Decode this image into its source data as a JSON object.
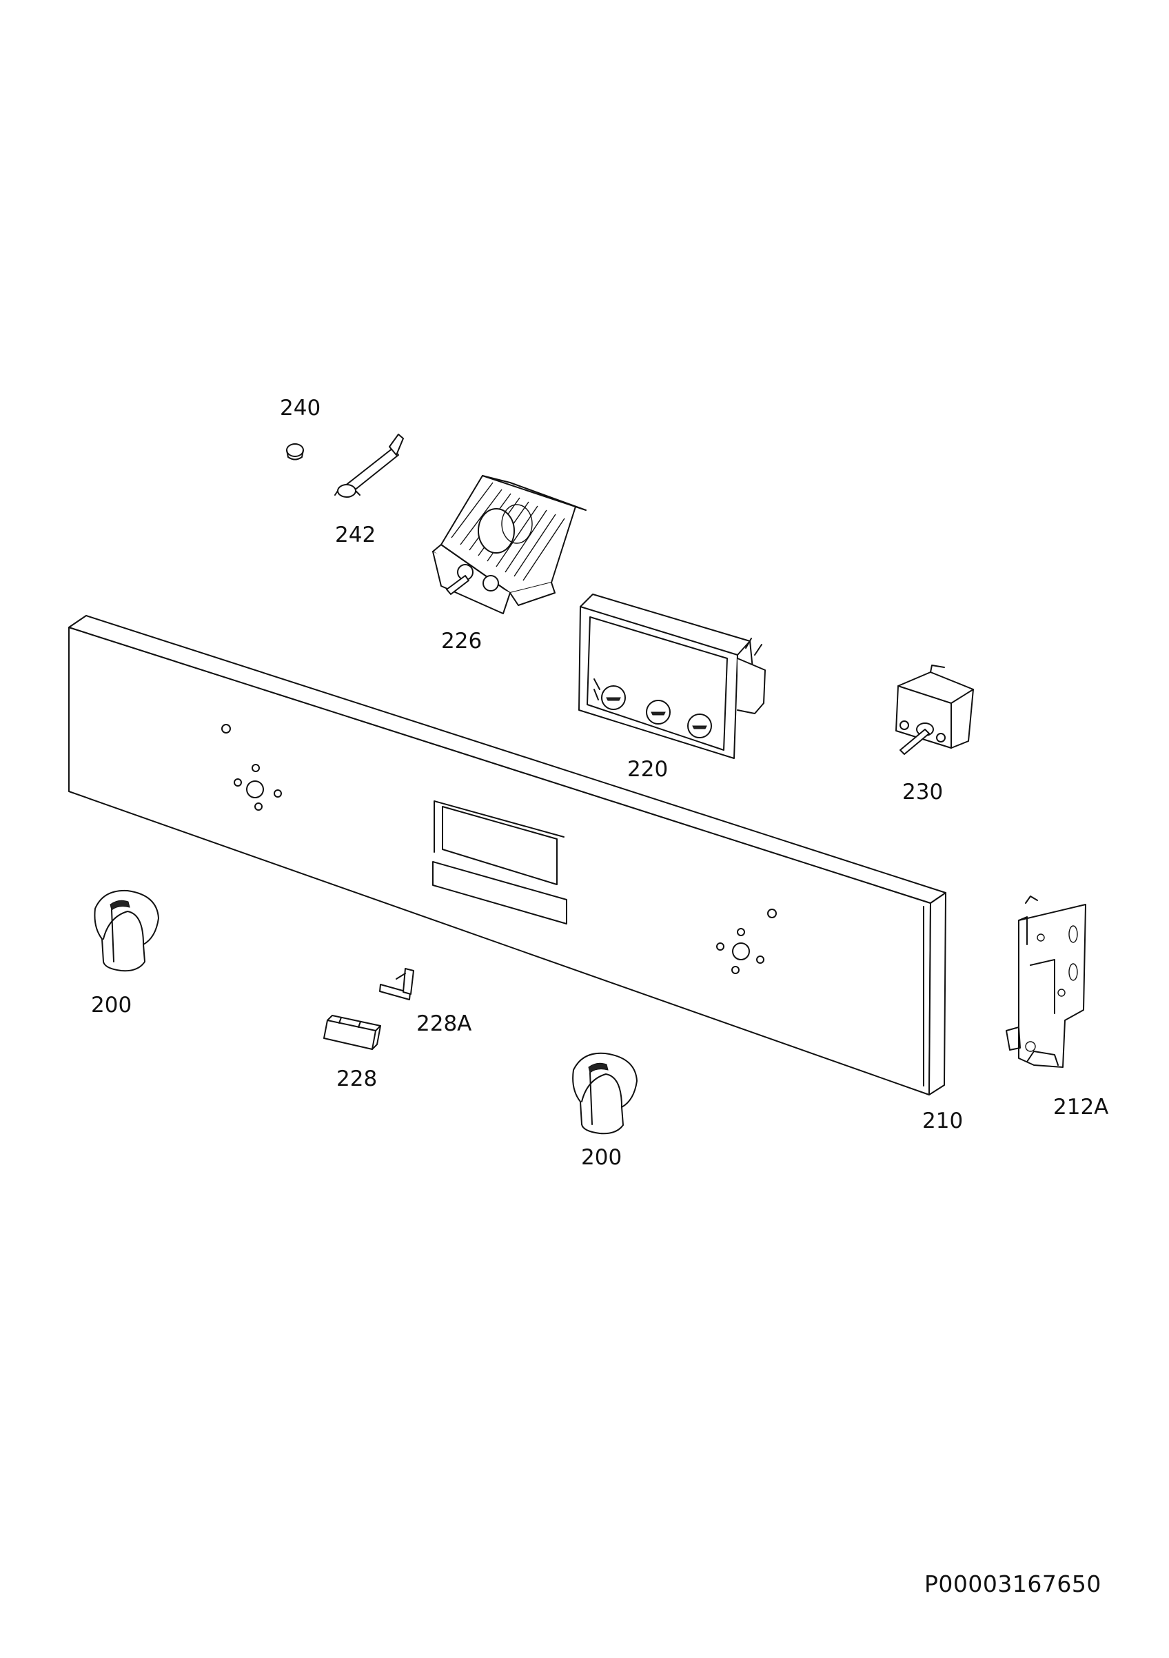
{
  "parts": {
    "p240": "240",
    "p242": "242",
    "p226": "226",
    "p220": "220",
    "p230": "230",
    "p200a": "200",
    "p200b": "200",
    "p228A": "228A",
    "p228": "228",
    "p210": "210",
    "p212A": "212A"
  },
  "document_number": "P00003167650"
}
